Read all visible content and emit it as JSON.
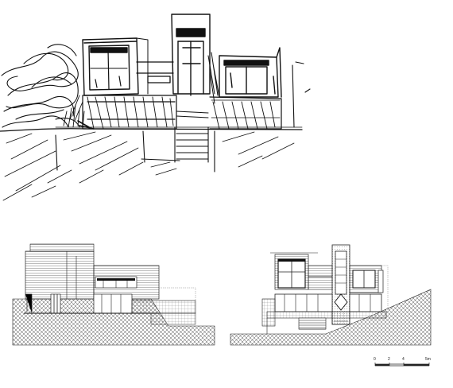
{
  "sheet": {
    "background": "#ffffff",
    "ink": "#111111",
    "panels": [
      "sketch-perspective",
      "elevation-side",
      "elevation-front"
    ]
  },
  "scale_bar": {
    "labels": [
      "0",
      "2",
      "4",
      "5m"
    ]
  }
}
